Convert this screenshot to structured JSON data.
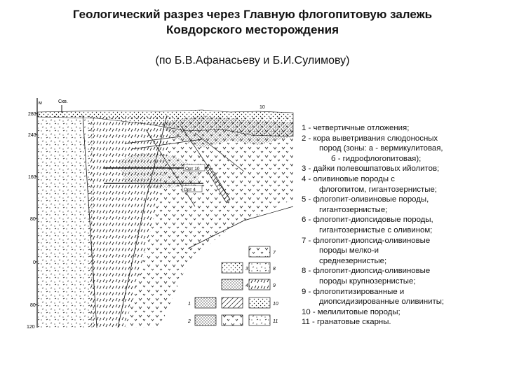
{
  "title": {
    "line1": "Геологический разрез через Главную флогопитовую залежь",
    "line2": "Ковдорского месторождения"
  },
  "subtitle": "(по Б.В.Афанасьеву и Б.И.Сулимову)",
  "section": {
    "axis_unit": "м",
    "well_label": "Скв.",
    "surface_label": "10",
    "elevation_ticks": [
      "280",
      "240",
      "160",
      "80",
      "0",
      "80",
      "120"
    ],
    "tunnel_labels": [
      "Орт 10",
      "Орт 4"
    ],
    "legend_box_numbers": [
      "3",
      "4",
      "1",
      "2",
      "7",
      "8",
      "9",
      "10",
      "11"
    ]
  },
  "legend": [
    {
      "lines": [
        "1 - четвертичные отложения;"
      ]
    },
    {
      "lines": [
        "2 - кора выветривания слюдоносных",
        "пород (зоны: а - вермикулитовая,",
        "б - гидрофлогопитовая);"
      ]
    },
    {
      "lines": [
        "3 - дайки полевошпатовых ийолитов;"
      ]
    },
    {
      "lines": [
        "4 - оливиновые породы с",
        "флогопитом, гигантозернистые;"
      ]
    },
    {
      "lines": [
        "5 - флогопит-оливиновые породы,",
        "гигантозернистые;"
      ]
    },
    {
      "lines": [
        "6 - флогопит-диопсидовые породы,",
        "гигантозернистые с оливином;"
      ]
    },
    {
      "lines": [
        "7 - флогопит-диопсид-оливиновые",
        "породы мелко-и",
        "среднезернистые;"
      ]
    },
    {
      "lines": [
        " 8 - флогопит-диопсид-оливиновые",
        "породы крупнозернистые;"
      ]
    },
    {
      "lines": [
        "9 - флогопитизированные и",
        "диопсидизированные оливиниты;"
      ]
    },
    {
      "lines": [
        "10 - мелилитовые породы;"
      ]
    },
    {
      "lines": [
        "11 - гранатовые скарны."
      ]
    }
  ]
}
